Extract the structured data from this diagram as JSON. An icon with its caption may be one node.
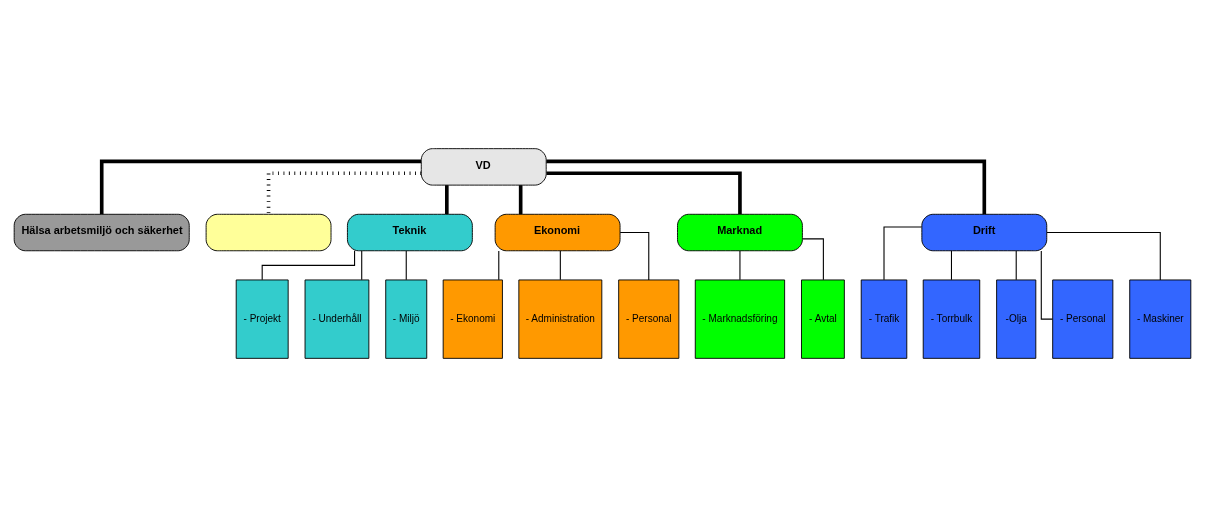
{
  "diagram": {
    "nodes": [
      {
        "text": [
          "VD"
        ]
      },
      {
        "text": [
          "Hälsa arbetsmiljö och säkerhet"
        ]
      },
      {
        "text": [],
        "shape": "box"
      },
      {
        "text": [
          "Teknik"
        ]
      },
      {
        "text": [
          "Ekonomi"
        ]
      },
      {
        "text": [
          "Marknad"
        ]
      },
      {
        "text": [
          "Drift"
        ]
      },
      {
        "text": [
          "- Projekt"
        ]
      },
      {
        "text": [
          "- Underhåll"
        ]
      },
      {
        "text": [
          "- Miljö"
        ]
      },
      {
        "text": [
          "- Ekonomi"
        ]
      },
      {
        "text": [
          "- Administration"
        ]
      },
      {
        "text": [
          "- Personal"
        ]
      },
      {
        "text": [
          "- Marknadsföring"
        ]
      },
      {
        "text": [
          "- Avtal"
        ]
      },
      {
        "text": [
          "- Trafik"
        ]
      },
      {
        "text": [
          "- Torrbulk"
        ]
      },
      {
        "text": [
          "-Olja"
        ]
      },
      {
        "text": [
          "- Personal"
        ]
      },
      {
        "text": [
          "- Maskiner"
        ]
      }
    ],
    "edges": [
      {
        "from": 0,
        "to": 1,
        "arrow": "none",
        "style": "thick"
      },
      {
        "from": 0,
        "to": 2,
        "arrow": "none",
        "style": "dashed"
      },
      {
        "from": 0,
        "to": 3,
        "arrow": "none",
        "style": "thick"
      },
      {
        "from": 0,
        "to": 4,
        "arrow": "none",
        "style": "thick"
      },
      {
        "from": 0,
        "to": 5,
        "arrow": "none",
        "style": "thick"
      },
      {
        "from": 0,
        "to": 6,
        "arrow": "none",
        "style": "thick"
      },
      {
        "from": 3,
        "to": 7,
        "arrow": "none"
      },
      {
        "from": 3,
        "to": 8,
        "arrow": "none"
      },
      {
        "from": 3,
        "to": 9,
        "arrow": "none"
      },
      {
        "from": 4,
        "to": 10,
        "arrow": "none"
      },
      {
        "from": 4,
        "to": 11,
        "arrow": "none"
      },
      {
        "from": 4,
        "to": 12,
        "arrow": "none"
      },
      {
        "from": 5,
        "to": 13,
        "arrow": "none"
      },
      {
        "from": 5,
        "to": 14,
        "arrow": "none"
      },
      {
        "from": 6,
        "to": 15,
        "arrow": "none"
      },
      {
        "from": 6,
        "to": 16,
        "arrow": "none"
      },
      {
        "from": 6,
        "to": 17,
        "arrow": "none"
      },
      {
        "from": 6,
        "to": 18,
        "arrow": "none"
      },
      {
        "from": 6,
        "to": 19,
        "arrow": "none"
      }
    ]
  }
}
